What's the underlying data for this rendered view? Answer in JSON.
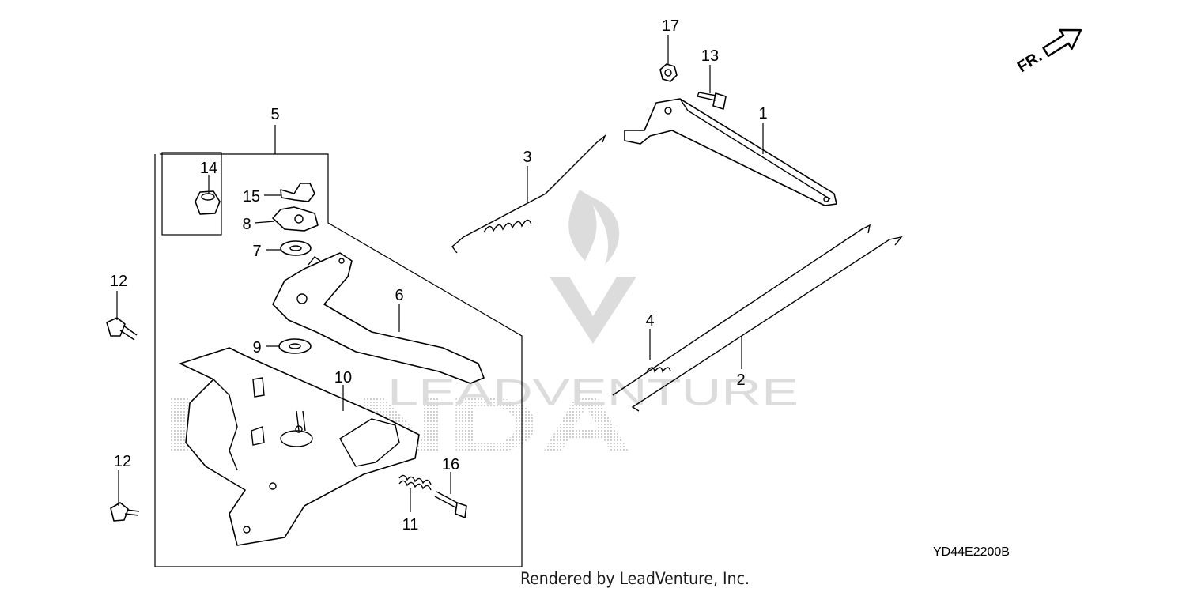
{
  "diagram_id": "YD44E2200B",
  "rendered_by": "Rendered by LeadVenture, Inc.",
  "front_indicator": "FR.",
  "watermark": {
    "brand_text": "LEADVENTURE",
    "maker_text": "HONDA"
  },
  "callouts": [
    "1",
    "2",
    "3",
    "4",
    "5",
    "6",
    "7",
    "8",
    "9",
    "10",
    "11",
    "12",
    "12",
    "13",
    "14",
    "15",
    "16",
    "17"
  ],
  "colors": {
    "ink": "#000000",
    "watermark": "#d9d9d9",
    "background": "#ffffff"
  }
}
